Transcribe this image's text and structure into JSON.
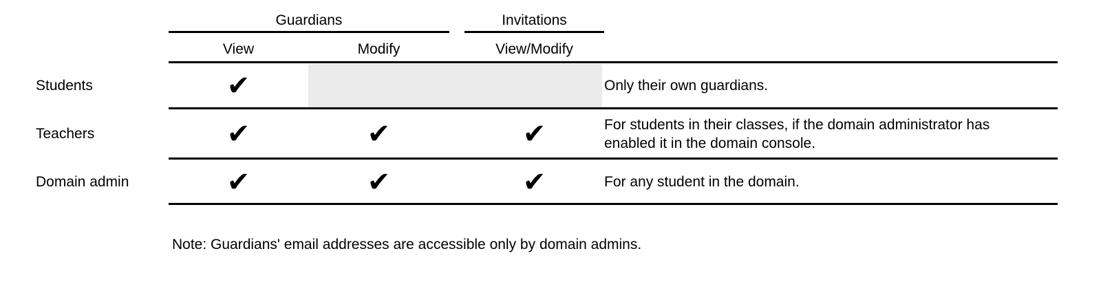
{
  "table": {
    "group_headers": [
      {
        "label": "Guardians"
      },
      {
        "label": "Invitations"
      }
    ],
    "column_headers": [
      {
        "label": "View",
        "group": "Guardians"
      },
      {
        "label": "Modify",
        "group": "Guardians"
      },
      {
        "label": "View/Modify",
        "group": "Invitations"
      }
    ],
    "rows": [
      {
        "label": "Students",
        "guardians_view": "✔",
        "guardians_modify": "",
        "invitations_view_modify": "",
        "note": "Only their own guardians."
      },
      {
        "label": "Teachers",
        "guardians_view": "✔",
        "guardians_modify": "✔",
        "invitations_view_modify": "✔",
        "note": "For students in their classes, if the domain administrator has enabled it in the domain console."
      },
      {
        "label": "Domain admin",
        "guardians_view": "✔",
        "guardians_modify": "✔",
        "invitations_view_modify": "✔",
        "note": "For any student in the domain."
      }
    ],
    "checkmark_glyph": "✔",
    "colors": {
      "text": "#000000",
      "rule": "#000000",
      "disabled_cell": "#ebebeb"
    }
  },
  "footnote": "Note: Guardians' email addresses are accessible only by domain admins."
}
